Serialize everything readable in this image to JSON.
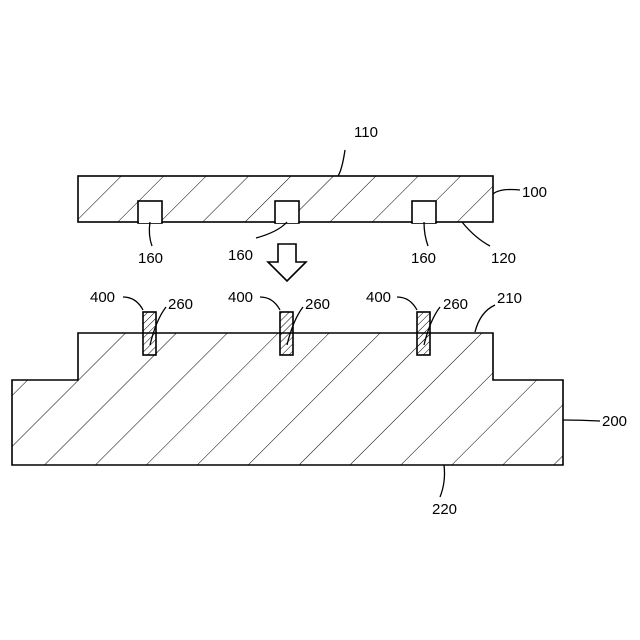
{
  "figure": {
    "top_plate_label": "110",
    "top_plate_ref": "100",
    "top_bottom_surface_ref": "120",
    "recess_left_ref": "160",
    "recess_mid_ref": "160",
    "recess_right_ref": "160",
    "base_ref": "200",
    "base_top_surface_ref": "210",
    "base_bottom_surface_ref": "220",
    "pin_left_ref": "400",
    "pin_mid_ref": "400",
    "pin_right_ref": "400",
    "hole_left_ref": "260",
    "hole_mid_ref": "260",
    "hole_right_ref": "260"
  }
}
